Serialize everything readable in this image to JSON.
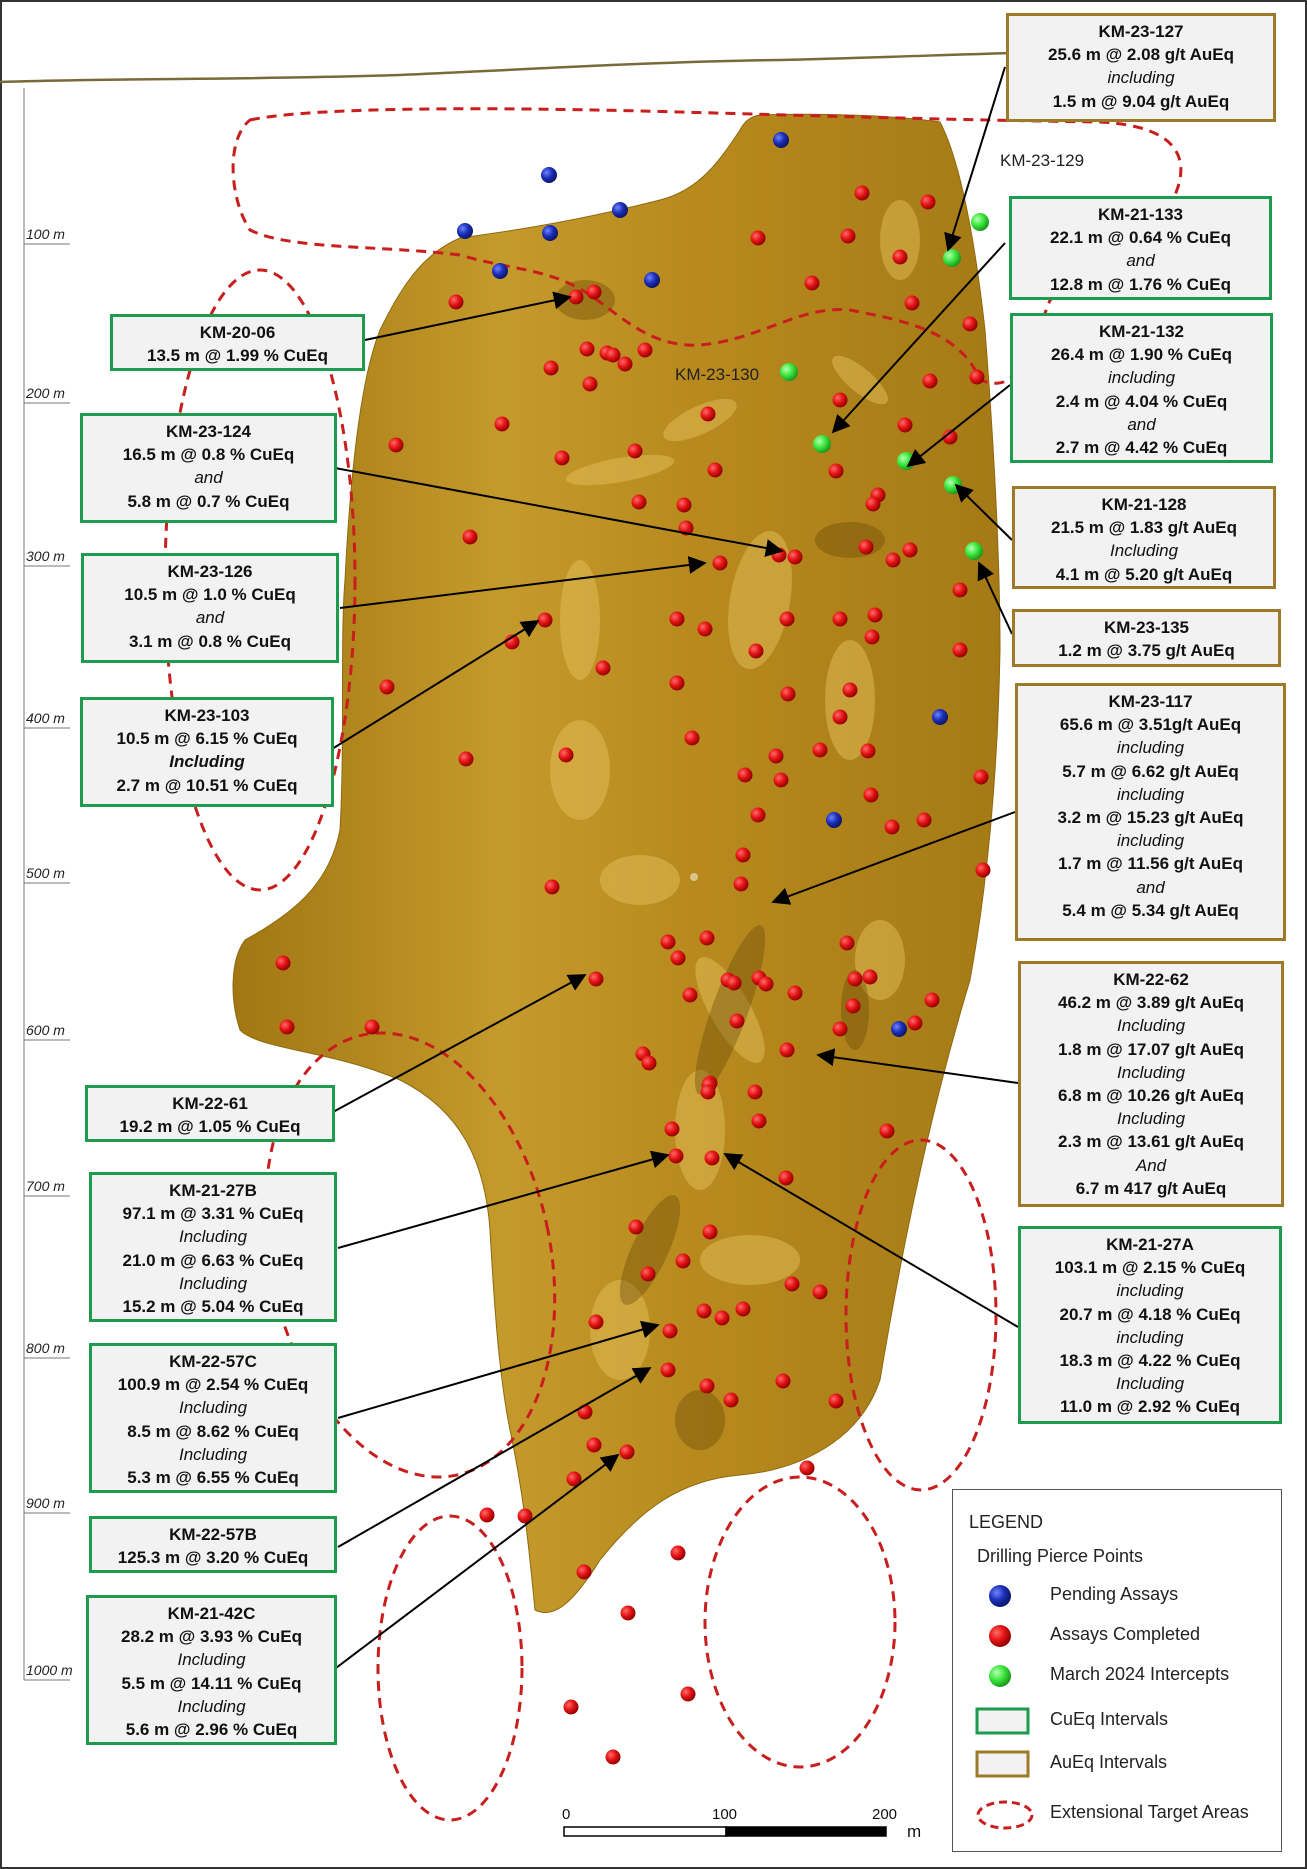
{
  "depth_labels": [
    "100 m",
    "200 m",
    "300 m",
    "400 m",
    "500 m",
    "600 m",
    "700 m",
    "800 m",
    "900 m",
    "1000 m"
  ],
  "hole_labels": {
    "km23_129": "KM-23-129",
    "km23_130": "KM-23-130"
  },
  "boxes": [
    {
      "id": "km23127",
      "type": "au",
      "lines": [
        {
          "t": "KM-23-127",
          "s": "b"
        },
        {
          "t": "25.6 m @ 2.08 g/t AuEq",
          "s": "b"
        },
        {
          "t": "including",
          "s": "i"
        },
        {
          "t": "1.5 m @ 9.04 g/t AuEq",
          "s": "b"
        }
      ]
    },
    {
      "id": "km21133",
      "type": "cu",
      "lines": [
        {
          "t": "KM-21-133",
          "s": "b"
        },
        {
          "t": "22.1 m @ 0.64 % CuEq",
          "s": "b"
        },
        {
          "t": "and",
          "s": "i"
        },
        {
          "t": "12.8 m @ 1.76 % CuEq",
          "s": "b"
        }
      ]
    },
    {
      "id": "km2006",
      "type": "cu",
      "lines": [
        {
          "t": "KM-20-06",
          "s": "b"
        },
        {
          "t": "13.5 m @ 1.99 % CuEq",
          "s": "b"
        }
      ]
    },
    {
      "id": "km21132",
      "type": "cu",
      "lines": [
        {
          "t": "KM-21-132",
          "s": "b"
        },
        {
          "t": "26.4 m @ 1.90 % CuEq",
          "s": "b"
        },
        {
          "t": "including",
          "s": "i"
        },
        {
          "t": "2.4 m @ 4.04 % CuEq",
          "s": "b"
        },
        {
          "t": "and",
          "s": "i"
        },
        {
          "t": "2.7 m @ 4.42 % CuEq",
          "s": "b"
        }
      ]
    },
    {
      "id": "km23124",
      "type": "cu",
      "lines": [
        {
          "t": "KM-23-124",
          "s": "b"
        },
        {
          "t": "16.5 m @ 0.8 % CuEq",
          "s": "b"
        },
        {
          "t": "and",
          "s": "i"
        },
        {
          "t": "5.8 m @ 0.7 % CuEq",
          "s": "b"
        }
      ]
    },
    {
      "id": "km21128",
      "type": "au",
      "lines": [
        {
          "t": "KM-21-128",
          "s": "b"
        },
        {
          "t": "21.5 m @ 1.83 g/t AuEq",
          "s": "b"
        },
        {
          "t": "Including",
          "s": "i"
        },
        {
          "t": "4.1 m @ 5.20 g/t AuEq",
          "s": "b"
        }
      ]
    },
    {
      "id": "km23126",
      "type": "cu",
      "lines": [
        {
          "t": "KM-23-126",
          "s": "b"
        },
        {
          "t": "10.5 m @ 1.0 % CuEq",
          "s": "b"
        },
        {
          "t": "and",
          "s": "i"
        },
        {
          "t": "3.1 m @ 0.8 % CuEq",
          "s": "b"
        }
      ]
    },
    {
      "id": "km23135",
      "type": "au",
      "lines": [
        {
          "t": "KM-23-135",
          "s": "b"
        },
        {
          "t": "1.2 m @ 3.75 g/t AuEq",
          "s": "b"
        }
      ]
    },
    {
      "id": "km23103",
      "type": "cu",
      "lines": [
        {
          "t": "KM-23-103",
          "s": "b"
        },
        {
          "t": "10.5 m @ 6.15 % CuEq",
          "s": "b"
        },
        {
          "t": "Including",
          "s": "bi"
        },
        {
          "t": "2.7 m @ 10.51 % CuEq",
          "s": "b"
        }
      ]
    },
    {
      "id": "km23117",
      "type": "au",
      "lines": [
        {
          "t": "KM-23-117",
          "s": "b"
        },
        {
          "t": "65.6 m @ 3.51g/t AuEq",
          "s": "b"
        },
        {
          "t": "including",
          "s": "i"
        },
        {
          "t": "5.7 m @ 6.62 g/t AuEq",
          "s": "b"
        },
        {
          "t": "including",
          "s": "i"
        },
        {
          "t": "3.2 m @ 15.23 g/t AuEq",
          "s": "b"
        },
        {
          "t": "including",
          "s": "i"
        },
        {
          "t": "1.7 m @ 11.56 g/t AuEq",
          "s": "b"
        },
        {
          "t": "and",
          "s": "i"
        },
        {
          "t": "5.4 m @ 5.34 g/t AuEq",
          "s": "b"
        }
      ]
    },
    {
      "id": "km2262",
      "type": "au",
      "lines": [
        {
          "t": "KM-22-62",
          "s": "b"
        },
        {
          "t": "46.2 m @ 3.89 g/t AuEq",
          "s": "b"
        },
        {
          "t": "Including",
          "s": "i"
        },
        {
          "t": "1.8 m @ 17.07 g/t AuEq",
          "s": "b"
        },
        {
          "t": "Including",
          "s": "i"
        },
        {
          "t": "6.8 m @ 10.26 g/t AuEq",
          "s": "b"
        },
        {
          "t": "Including",
          "s": "i"
        },
        {
          "t": "2.3 m @ 13.61 g/t AuEq",
          "s": "b"
        },
        {
          "t": "And",
          "s": "i"
        },
        {
          "t": "6.7 m 417 g/t AuEq",
          "s": "b"
        }
      ]
    },
    {
      "id": "km2261",
      "type": "cu",
      "lines": [
        {
          "t": "KM-22-61",
          "s": "b"
        },
        {
          "t": "19.2 m @ 1.05 % CuEq",
          "s": "b"
        }
      ]
    },
    {
      "id": "km2127b",
      "type": "cu",
      "lines": [
        {
          "t": "KM-21-27B",
          "s": "b"
        },
        {
          "t": "97.1 m @ 3.31 % CuEq",
          "s": "b"
        },
        {
          "t": "Including",
          "s": "i"
        },
        {
          "t": "21.0 m @ 6.63 % CuEq",
          "s": "b"
        },
        {
          "t": "Including",
          "s": "i"
        },
        {
          "t": "15.2 m @ 5.04 % CuEq",
          "s": "b"
        }
      ]
    },
    {
      "id": "km2127a",
      "type": "cu",
      "lines": [
        {
          "t": "KM-21-27A",
          "s": "b"
        },
        {
          "t": "103.1 m @ 2.15 % CuEq",
          "s": "b"
        },
        {
          "t": "including",
          "s": "i"
        },
        {
          "t": "20.7 m @ 4.18 % CuEq",
          "s": "b"
        },
        {
          "t": "including",
          "s": "i"
        },
        {
          "t": "18.3 m @ 4.22 % CuEq",
          "s": "b"
        },
        {
          "t": "Including",
          "s": "i"
        },
        {
          "t": "11.0 m @ 2.92 % CuEq",
          "s": "b"
        }
      ]
    },
    {
      "id": "km2257c",
      "type": "cu",
      "lines": [
        {
          "t": "KM-22-57C",
          "s": "b"
        },
        {
          "t": "100.9 m @ 2.54 % CuEq",
          "s": "b"
        },
        {
          "t": "Including",
          "s": "i"
        },
        {
          "t": "8.5 m @ 8.62 % CuEq",
          "s": "b"
        },
        {
          "t": "Including",
          "s": "i"
        },
        {
          "t": "5.3 m @ 6.55 % CuEq",
          "s": "b"
        }
      ]
    },
    {
      "id": "km2257b",
      "type": "cu",
      "lines": [
        {
          "t": "KM-22-57B",
          "s": "b"
        },
        {
          "t": "125.3 m @ 3.20 % CuEq",
          "s": "b"
        }
      ]
    },
    {
      "id": "km2142c",
      "type": "cu",
      "lines": [
        {
          "t": "KM-21-42C",
          "s": "b"
        },
        {
          "t": "28.2 m @ 3.93 % CuEq",
          "s": "b"
        },
        {
          "t": "Including",
          "s": "i"
        },
        {
          "t": "5.5 m @ 14.11 % CuEq",
          "s": "b"
        },
        {
          "t": "Including",
          "s": "i"
        },
        {
          "t": "5.6 m @ 2.96 % CuEq",
          "s": "b"
        }
      ]
    }
  ],
  "legend": {
    "title": "LEGEND",
    "subtitle": "Drilling Pierce Points",
    "pending": "Pending Assays",
    "completed": "Assays Completed",
    "march": "March 2024 Intercepts",
    "cueq": "CuEq Intervals",
    "aueq": "AuEq Intervals",
    "targets": "Extensional Target Areas"
  },
  "colors": {
    "pending": "#1b2fb8",
    "completed": "#e01414",
    "march": "#3ce63c",
    "cu_border": "#1e9b4f",
    "au_border": "#9c7a2a",
    "target": "#c81e1e",
    "body": "#b88a1e"
  },
  "scale": {
    "ticks": [
      "0",
      "100",
      "200"
    ],
    "unit": "m"
  }
}
